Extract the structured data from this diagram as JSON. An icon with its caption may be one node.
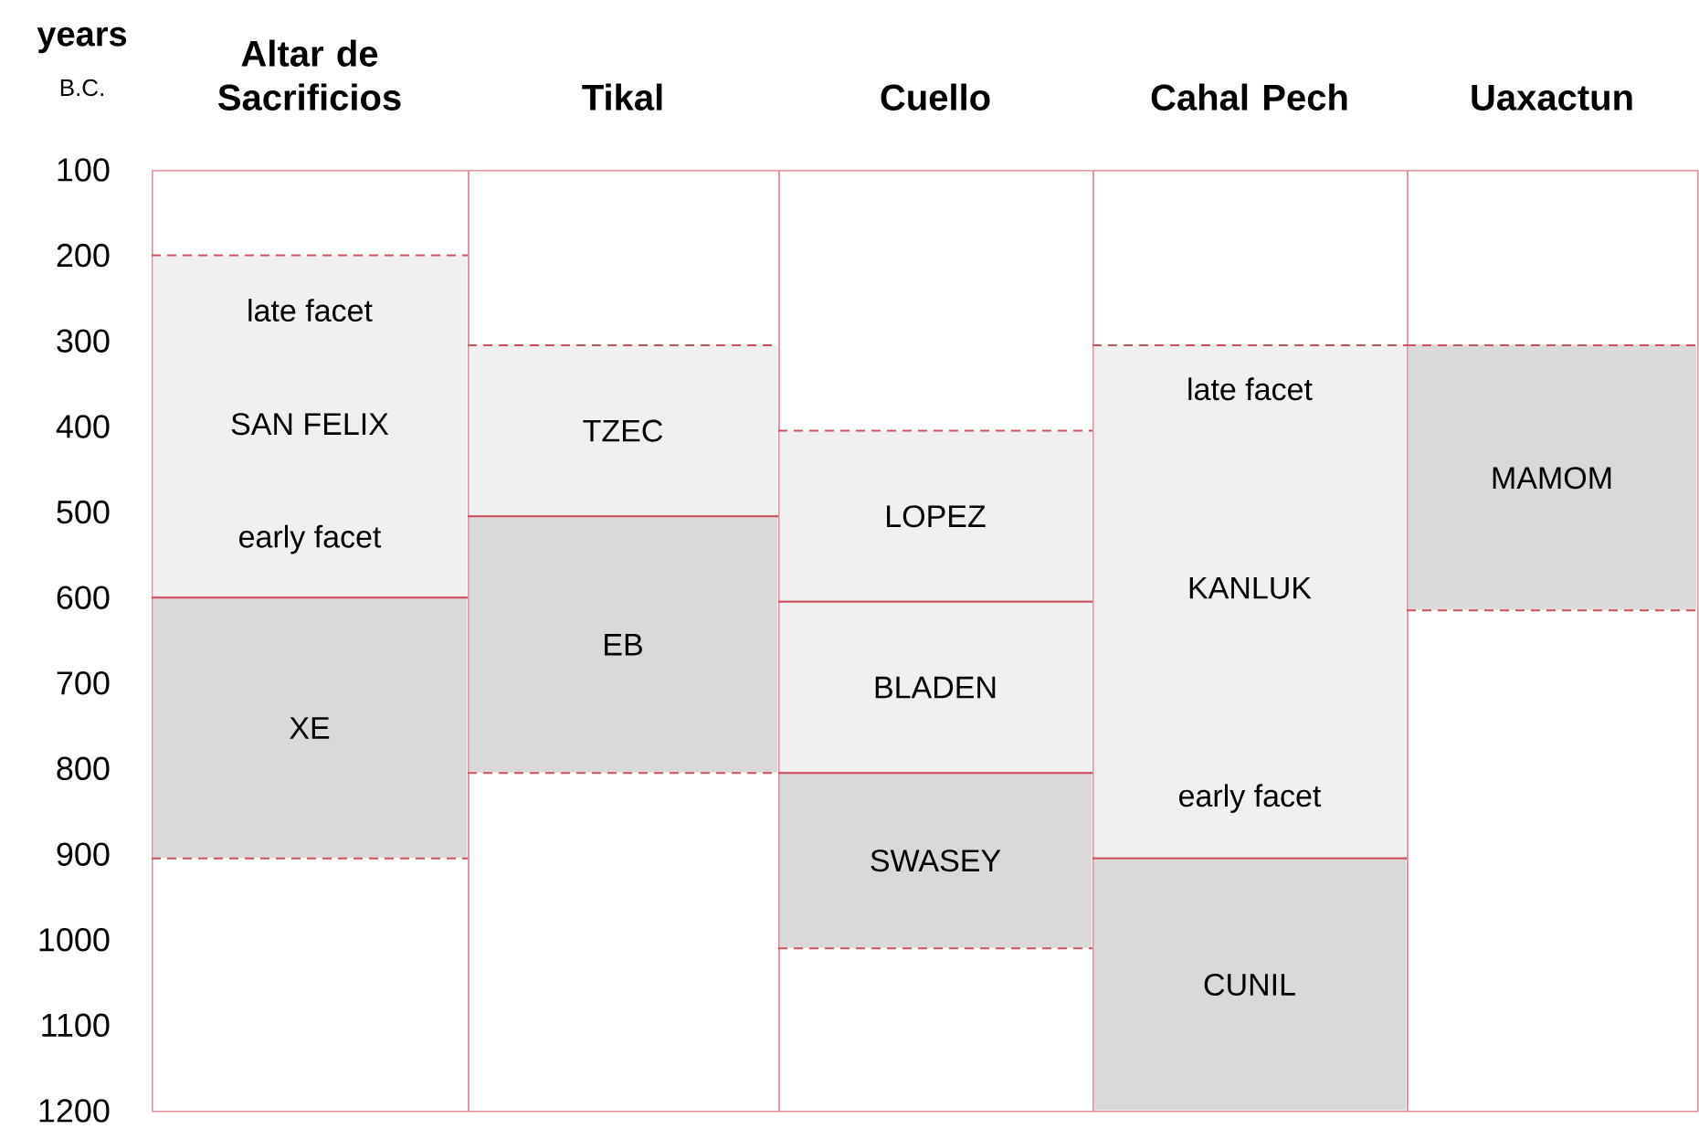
{
  "diagram": {
    "nodes": [
      {
        "text": [
          "Altar de Sacrificios"
        ]
      },
      {
        "text": [
          "late facet",
          "SAN FELIX",
          "early facet"
        ],
        "in": 0
      },
      {
        "text": [
          "XE"
        ],
        "in": 0
      },
      {
        "text": [
          "Tikal"
        ]
      },
      {
        "text": [
          "TZEC"
        ],
        "in": 3
      },
      {
        "text": [
          "EB"
        ],
        "in": 3
      },
      {
        "text": [
          "Cuello"
        ]
      },
      {
        "text": [
          "LOPEZ"
        ],
        "in": 6
      },
      {
        "text": [
          "BLADEN"
        ],
        "in": 6
      },
      {
        "text": [
          "SWASEY"
        ],
        "in": 6
      },
      {
        "text": [
          "Cahal Pech"
        ]
      },
      {
        "text": [
          "late facet",
          "KANLUK",
          "early facet"
        ],
        "in": 10
      },
      {
        "text": [
          "CUNIL"
        ],
        "in": 10
      },
      {
        "text": [
          "Uaxactun"
        ]
      },
      {
        "text": [
          "MAMOM"
        ],
        "in": 13
      }
    ],
    "labels": [
      "years",
      "B.C.",
      "100",
      "200",
      "300",
      "400",
      "500",
      "600",
      "700",
      "800",
      "900",
      "1000",
      "1100",
      "1200"
    ]
  }
}
